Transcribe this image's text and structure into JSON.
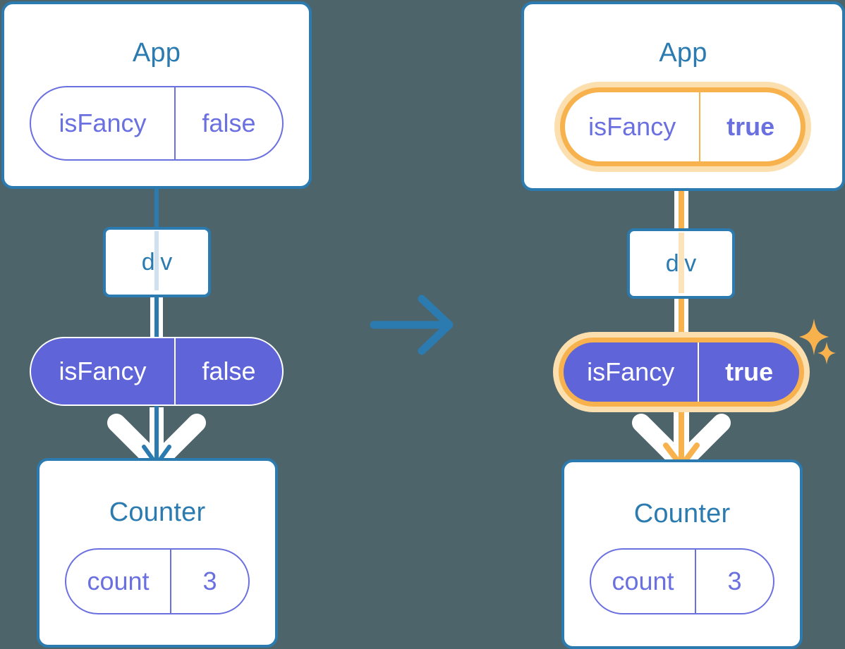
{
  "diagram": {
    "type": "react-state-propagation",
    "background_color": "#4d646b",
    "accent_blue": "#2b7bb0",
    "accent_purple": "#5f64d9",
    "accent_orange": "#f8b24d",
    "accent_orange_glow": "#fbdfae",
    "transition_arrow": "arrow-right-icon"
  },
  "before": {
    "app_card": {
      "title": "App",
      "state_pill": {
        "key": "isFancy",
        "value": "false",
        "highlighted": false,
        "style": "outline"
      }
    },
    "div_node": {
      "label": "div"
    },
    "prop_pill": {
      "key": "isFancy",
      "value": "false",
      "highlighted": false,
      "style": "solid"
    },
    "counter_card": {
      "title": "Counter",
      "state_pill": {
        "key": "count",
        "value": "3",
        "highlighted": false,
        "style": "outline"
      }
    }
  },
  "after": {
    "app_card": {
      "title": "App",
      "state_pill": {
        "key": "isFancy",
        "value": "true",
        "highlighted": true,
        "style": "outline"
      },
      "sparkles": "sparkles-icon"
    },
    "div_node": {
      "label": "div"
    },
    "prop_pill": {
      "key": "isFancy",
      "value": "true",
      "highlighted": true,
      "style": "solid",
      "sparkles": "sparkles-icon"
    },
    "counter_card": {
      "title": "Counter",
      "state_pill": {
        "key": "count",
        "value": "3",
        "highlighted": false,
        "style": "outline"
      }
    }
  }
}
